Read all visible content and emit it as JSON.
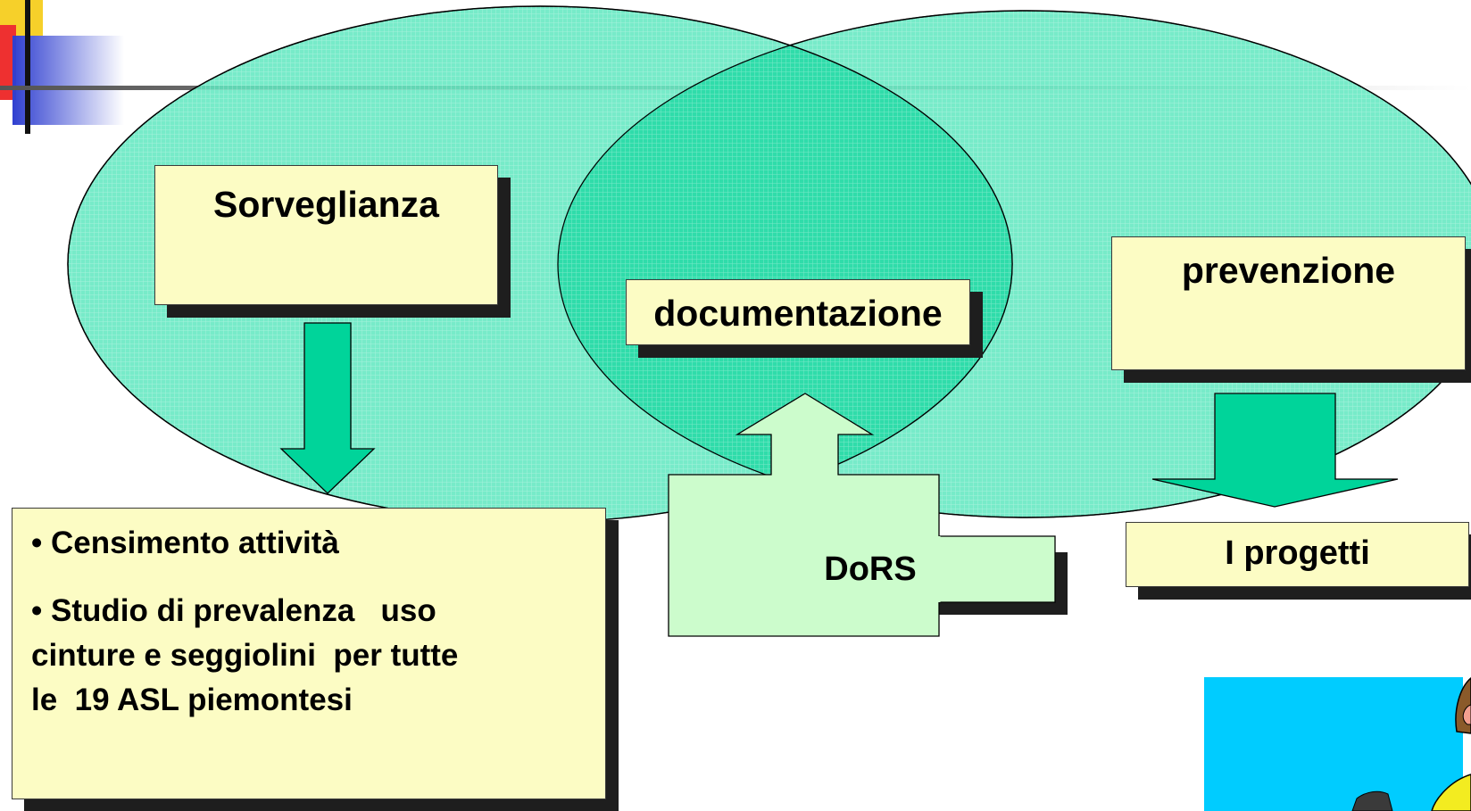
{
  "colors": {
    "ellipse_fill": "#5fe8bf",
    "ellipse_overlap": "#2fdcaa",
    "box_fill": "#fcfcc4",
    "box_shadow": "#1e1e1e",
    "arrow_down": "#00d49a",
    "arrow_up": "#ccfccc",
    "cartoon_bg": "#00ccff"
  },
  "boxes": {
    "sorveglianza": "Sorveglianza",
    "documentazione": "documentazione",
    "prevenzione": "prevenzione",
    "progetti": "I progetti"
  },
  "dors": {
    "label": "DoRS"
  },
  "activities": {
    "bullets": [
      "• Censimento attività",
      "• Studio di prevalenza   uso",
      "cinture e seggiolini  per tutte",
      "le  19 ASL piemontesi"
    ]
  }
}
